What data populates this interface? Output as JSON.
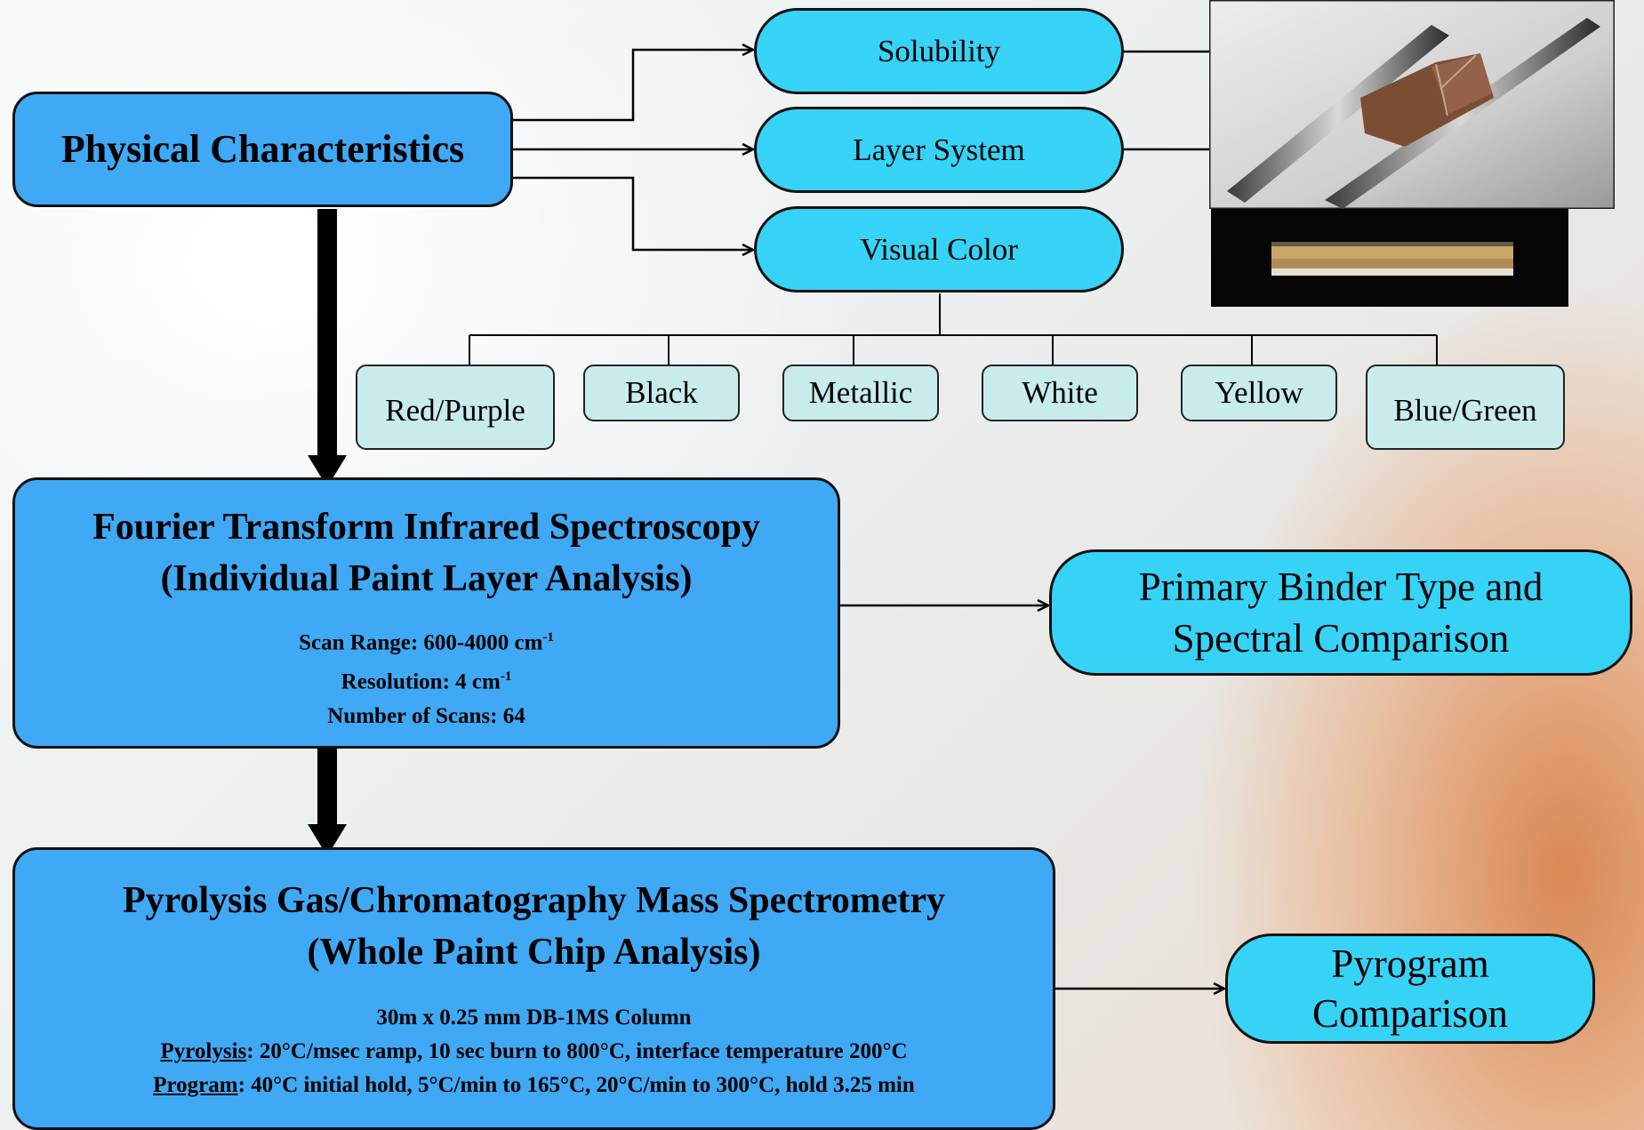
{
  "physical": {
    "title": "Physical Characteristics"
  },
  "properties": {
    "solubility": "Solubility",
    "layer_system": "Layer System",
    "visual_color": "Visual Color"
  },
  "colors": [
    "Red/Purple",
    "Black",
    "Metallic",
    "White",
    "Yellow",
    "Blue/Green"
  ],
  "ftir": {
    "title_line1": "Fourier Transform Infrared Spectroscopy",
    "title_line2": "(Individual Paint Layer Analysis)",
    "scan_range_label": "Scan Range: 600-4000 cm",
    "scan_range_exp": "-1",
    "resolution_label": "Resolution: 4 cm",
    "resolution_exp": "-1",
    "scans": "Number of Scans: 64",
    "result": "Primary Binder Type and Spectral Comparison"
  },
  "pygcms": {
    "title_line1": "Pyrolysis Gas/Chromatography Mass Spectrometry",
    "title_line2": "(Whole Paint Chip Analysis)",
    "column": "30m  x 0.25 mm DB-1MS Column",
    "pyrolysis_label": "Pyrolysis",
    "pyrolysis_text": ": 20°C/msec ramp, 10 sec burn to 800°C, interface temperature 200°C",
    "program_label": "Program",
    "program_text": ": 40°C initial hold, 5°C/min to 165°C, 20°C/min to 300°C, hold 3.25 min",
    "result": "Pyrogram Comparison"
  },
  "accent_colors": {
    "box_blue": "#3fa9f5",
    "pill_cyan": "#36d3f7",
    "chip_fill": "#c8ecec"
  },
  "photos": {
    "top": "paint-chip-in-tweezers",
    "bottom": "paint-layer-cross-section"
  }
}
